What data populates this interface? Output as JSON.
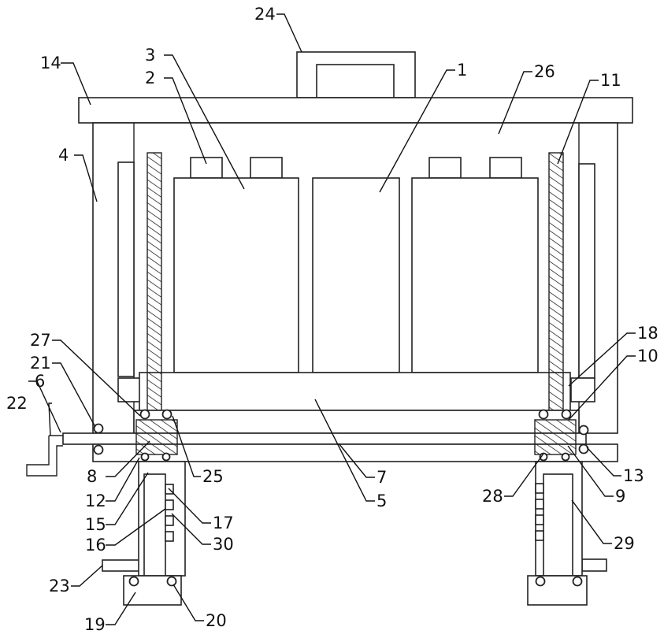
{
  "labels": [
    "1",
    "2",
    "3",
    "4",
    "5",
    "6",
    "7",
    "8",
    "9",
    "10",
    "11",
    "12",
    "13",
    "14",
    "15",
    "16",
    "17",
    "18",
    "19",
    "20",
    "21",
    "22",
    "23",
    "24",
    "25",
    "26",
    "27",
    "28",
    "29",
    "30"
  ]
}
